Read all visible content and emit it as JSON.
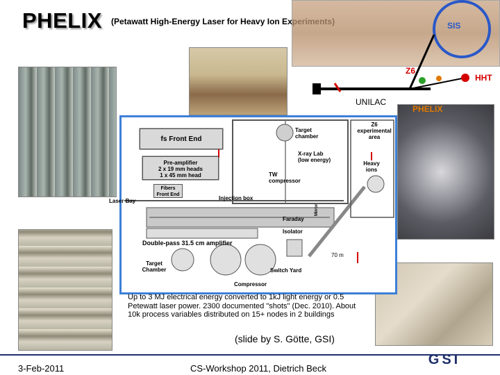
{
  "slide": {
    "title": "PHELIX",
    "subtitle": "(Petawatt High-Energy Laser for Heavy Ion Experiments)"
  },
  "accelerator": {
    "sis": "SIS",
    "z6": "Z6",
    "hht": "HHT",
    "unilac": "UNILAC",
    "phelix": "PHELIX"
  },
  "floorplan": {
    "fs_front_end": "fs Front End",
    "pre_amplifier": [
      "Pre-amplifier",
      "2 x 19 mm heads",
      "1 x 45 mm head"
    ],
    "fibers_front_end": [
      "Fibers",
      "Front End"
    ],
    "laser_bay": "Laser Bay",
    "target_chamber_top": [
      "Target",
      "chamber"
    ],
    "xray_lab": [
      "X-ray Lab",
      "(low energy)"
    ],
    "tw_compressor": [
      "TW",
      "compressor"
    ],
    "z6_area": [
      "Z6",
      "experimental",
      "area"
    ],
    "heavy_ions": [
      "Heavy",
      "ions"
    ],
    "injection_box": "Injection box",
    "faraday": "Faraday",
    "isolator": "Isolator",
    "mirror": "Mirror",
    "double_pass": "Double-pass 31.5 cm amplifier",
    "distance": "70 m",
    "target_chamber_bottom": [
      "Target",
      "Chamber"
    ],
    "switch_yard": "Switch Yard",
    "compressor": "Compressor"
  },
  "description": "Up to 3 MJ electrical energy converted to 1kJ light energy or 0.5 Petewatt laser power. 2300 documented \"shots\" (Dec. 2010). About 10k process variables distributed on 15+ nodes in 2 buildings",
  "credit": "(slide by S. Götte, GSI)",
  "footer": {
    "date": "3-Feb-2011",
    "center": "CS-Workshop 2011, Dietrich Beck",
    "logo_text": "GSI"
  },
  "colors": {
    "plan_border": "#3d7fd6",
    "hht": "#d40000",
    "z6": "#d40000",
    "sis": "#2a58c8",
    "phelix": "#e07a00",
    "footer_line": "#1f2f6b"
  }
}
